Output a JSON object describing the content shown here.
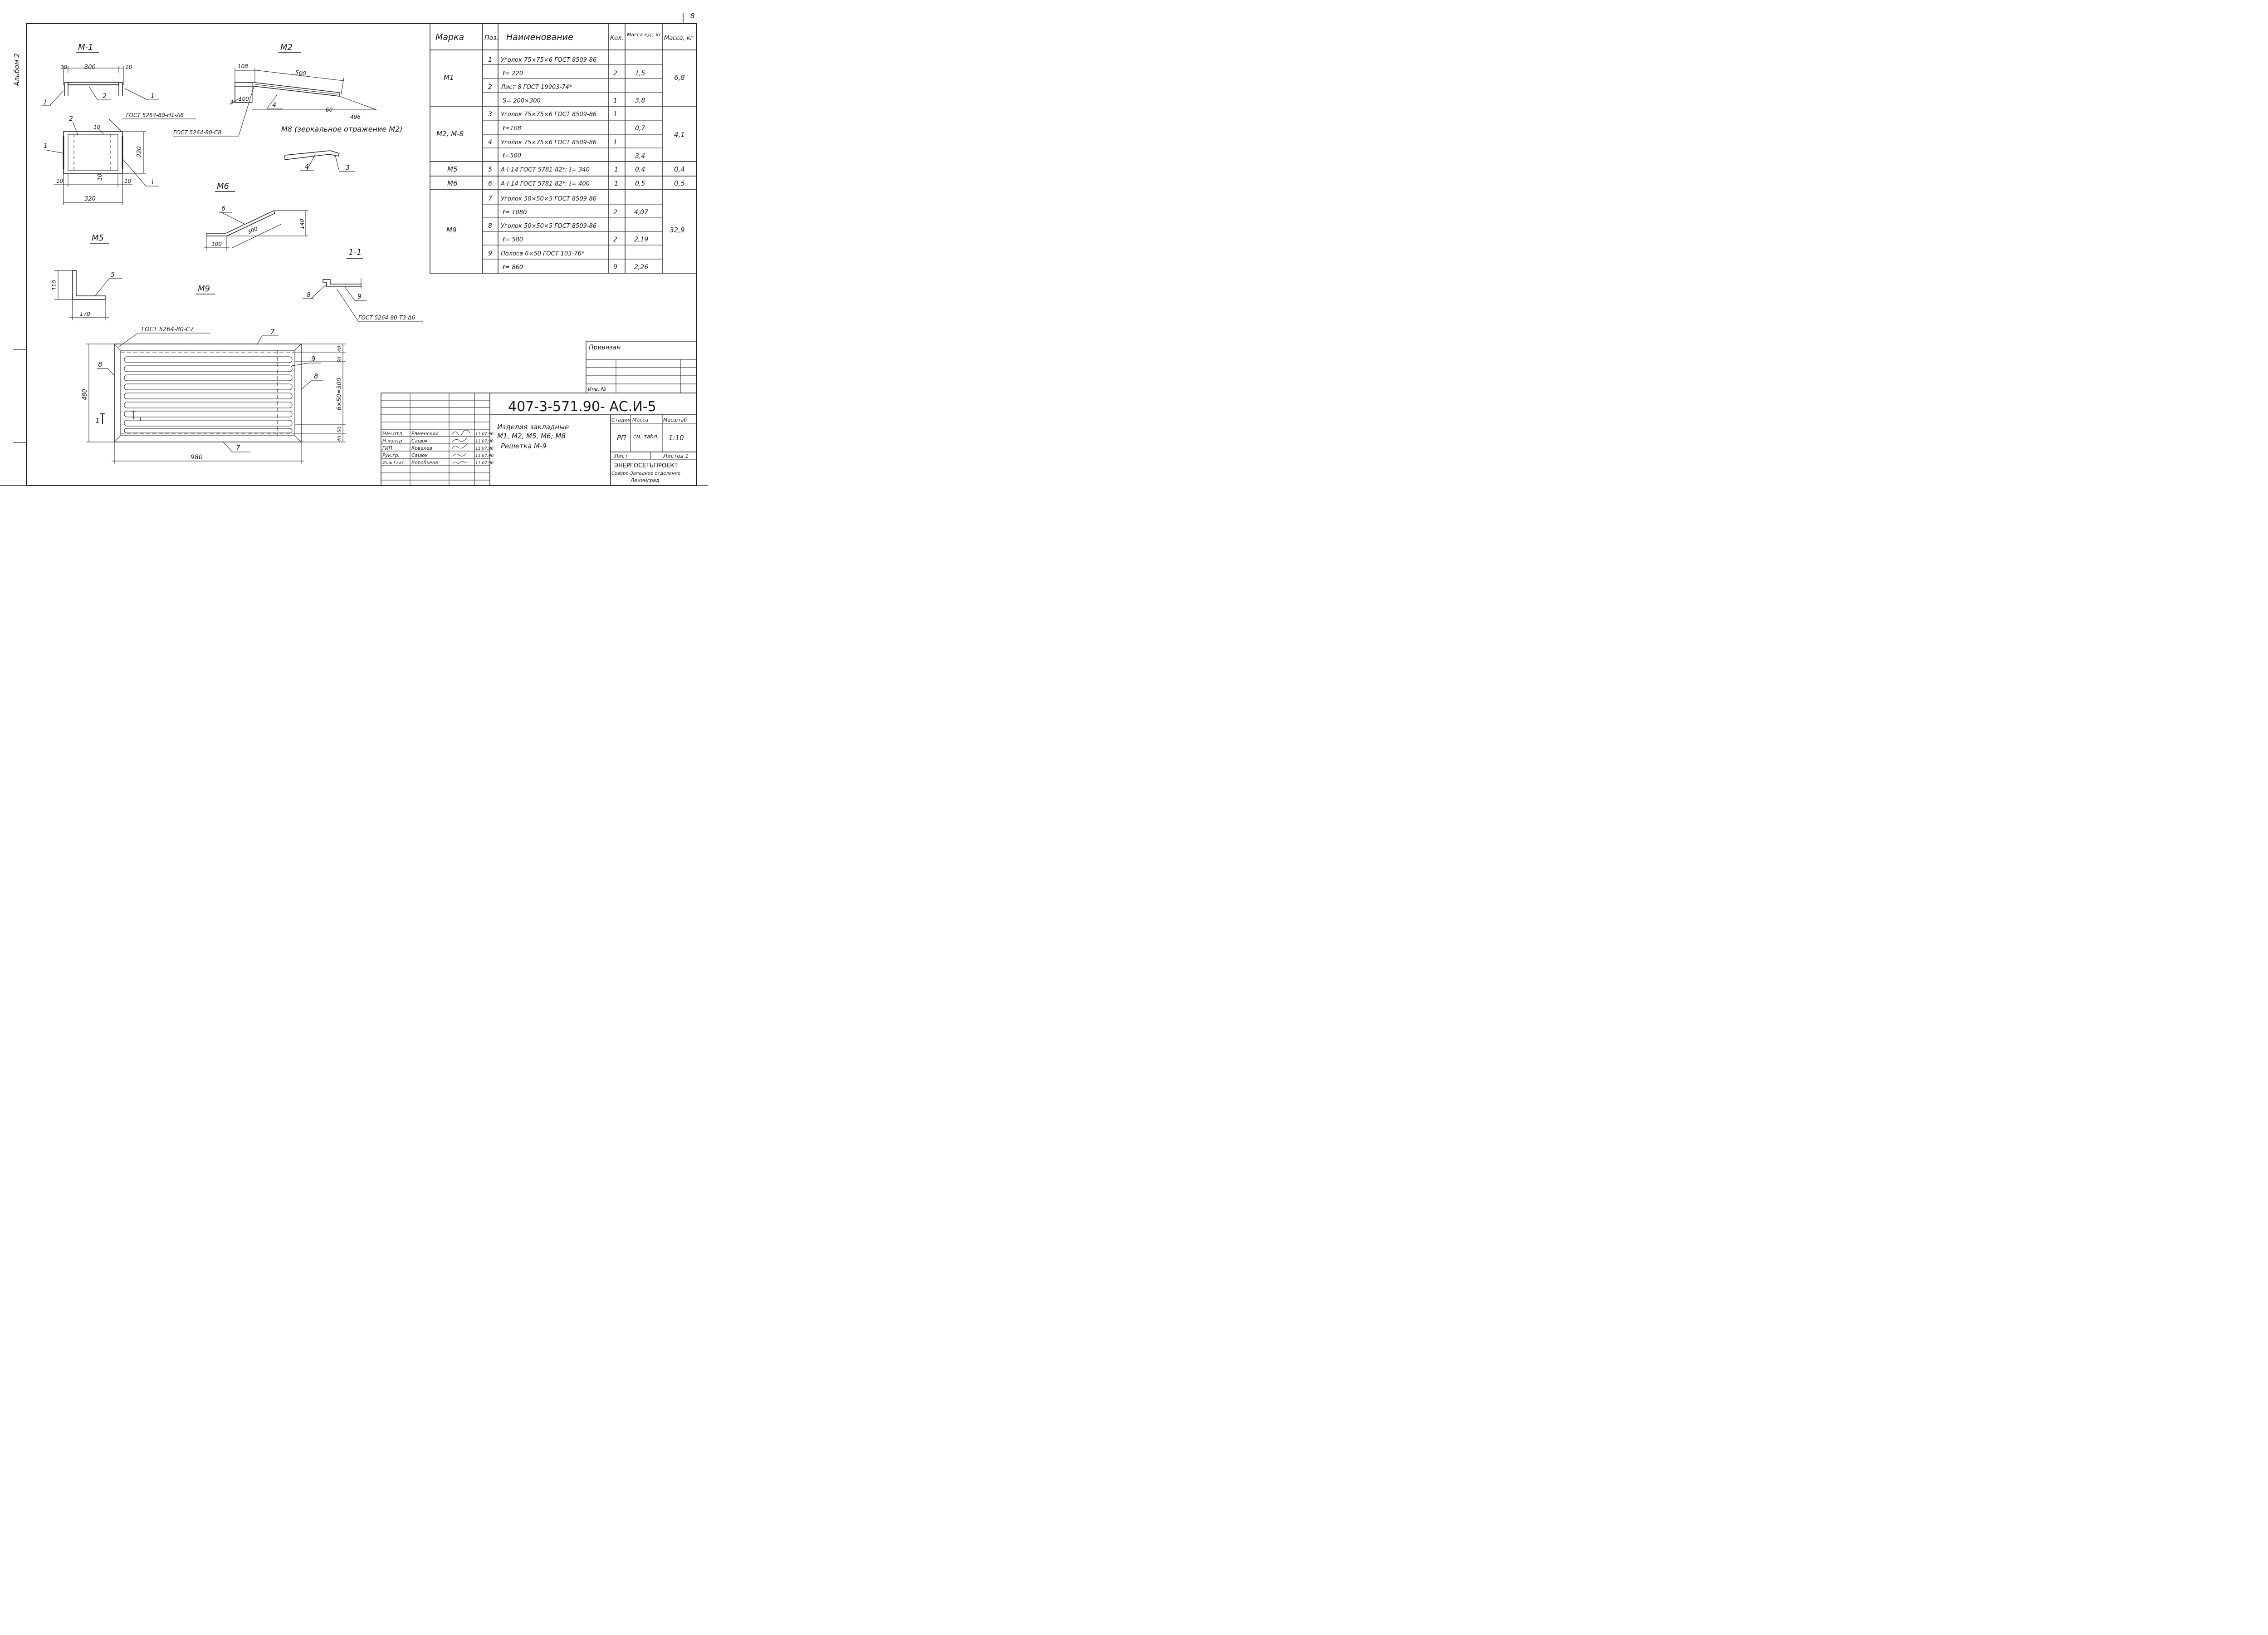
{
  "sheet": {
    "sheet_no": "8",
    "album": "Альбом 2"
  },
  "views": {
    "m1": {
      "title": "М-1",
      "dims": {
        "left_10": "10",
        "span_300": "300",
        "right_10": "10",
        "gap_10": "10",
        "height_220": "220",
        "gap_10b": "10",
        "base_10l": "10",
        "base_10r": "10",
        "width_320": "320"
      },
      "callouts": {
        "pos1": "1",
        "pos2": "2",
        "pos2_plan": "2",
        "pos1_left": "1",
        "pos1_right": "1",
        "pos1_r2": "1"
      },
      "weld_top": "ГОСТ 5264-80-Н1-Δ6"
    },
    "m2": {
      "title": "М2",
      "dims": {
        "d108": "108",
        "d500": "500",
        "d100": "100",
        "d60": "60",
        "d496": "496"
      },
      "callouts": {
        "pos3": "3",
        "pos4": "4"
      },
      "weld": "ГОСТ 5264-80-С8"
    },
    "m8": {
      "title": "М8 (зеркальное отражение М2)",
      "callouts": {
        "pos4": "4",
        "pos3": "3"
      }
    },
    "m6": {
      "title": "М6",
      "dims": {
        "d300": "300",
        "d140": "140",
        "d100": "100"
      },
      "callouts": {
        "pos6": "6"
      }
    },
    "m5": {
      "title": "М5",
      "dims": {
        "d110": "110",
        "d170": "170"
      },
      "callouts": {
        "pos5": "5"
      }
    },
    "m9": {
      "title": "М9",
      "weld": "ГОСТ 5264-80-С7",
      "dims": {
        "d480": "480",
        "d980": "980",
        "d40top": "40",
        "d50top": "50",
        "d6x50": "6×50=300",
        "d50bot": "50",
        "d40bot": "40"
      },
      "callouts": {
        "pos7_top": "7",
        "pos7_bot": "7",
        "pos8_left": "8",
        "pos8_right": "8",
        "pos9": "9"
      },
      "section_mark": "1",
      "section_mark_inner": "1"
    },
    "section11": {
      "title": "1-1",
      "weld": "ГОСТ 5264-80-Т3-Δ6",
      "callouts": {
        "pos8": "8",
        "pos9": "9"
      }
    }
  },
  "spec_table": {
    "headers": {
      "mark": "Марка",
      "pos": "Поз.",
      "name": "Наименование",
      "qty": "Кол.",
      "unit_mass": "Масса ед., кг",
      "mass": "Масса, кг"
    },
    "rows": [
      {
        "pos": "1",
        "name": "Уголок 75×75×6 ГОСТ 8509-86",
        "qty": "",
        "unit": ""
      },
      {
        "pos": "",
        "name": "ℓ= 220",
        "qty": "2",
        "unit": "1,5"
      },
      {
        "pos": "2",
        "name": "Лист 8 ГОСТ 19903-74*",
        "qty": "",
        "unit": ""
      },
      {
        "pos": "",
        "name": "S= 200×300",
        "qty": "1",
        "unit": "3,8"
      },
      {
        "pos": "3",
        "name": "Уголок 75×75×6 ГОСТ 8509-86",
        "qty": "1",
        "unit": ""
      },
      {
        "pos": "",
        "name": "ℓ=108",
        "qty": "",
        "unit": "0,7"
      },
      {
        "pos": "4",
        "name": "Уголок 75×75×6 ГОСТ 8509-86",
        "qty": "1",
        "unit": ""
      },
      {
        "pos": "",
        "name": "ℓ=500",
        "qty": "",
        "unit": "3,4"
      },
      {
        "pos": "5",
        "name": "А-I-14 ГОСТ 5781-82*; ℓ= 340",
        "qty": "1",
        "unit": "0,4"
      },
      {
        "pos": "6",
        "name": "А-I-14 ГОСТ 5781-82*; ℓ= 400",
        "qty": "1",
        "unit": "0,5"
      },
      {
        "pos": "7",
        "name": "Уголок 50×50×5 ГОСТ 8509-86",
        "qty": "",
        "unit": ""
      },
      {
        "pos": "",
        "name": "ℓ= 1080",
        "qty": "2",
        "unit": "4,07"
      },
      {
        "pos": "8",
        "name": "Уголок 50×50×5 ГОСТ 8509-86",
        "qty": "",
        "unit": ""
      },
      {
        "pos": "",
        "name": "ℓ= 580",
        "qty": "2",
        "unit": "2,19"
      },
      {
        "pos": "9",
        "name": "Полоса 6×50 ГОСТ 103-76*",
        "qty": "",
        "unit": ""
      },
      {
        "pos": "",
        "name": "ℓ= 860",
        "qty": "9",
        "unit": "2,26"
      }
    ],
    "groups": [
      {
        "mark": "М1",
        "mass": "6,8"
      },
      {
        "mark": "М2; М-8",
        "mass": "4,1"
      },
      {
        "mark": "М5",
        "mass": "0,4"
      },
      {
        "mark": "М6",
        "mass": "0,5"
      },
      {
        "mark": "М9",
        "mass": "32,9"
      }
    ]
  },
  "privyazan": {
    "label": "Привязан",
    "inv": "Инв. №"
  },
  "title_block": {
    "code": "407-3-571.90- АС.И-5",
    "name_line1": "Изделия закладные",
    "name_line2": "М1, М2, М5, М6; М8",
    "name_line3": "Решетка М-9",
    "stage_h": "Стадия",
    "mass_h": "Масса",
    "scale_h": "Масштаб",
    "stage": "РП",
    "mass_val": "см. табл.",
    "scale": "1:10",
    "sheet_h": "Лист",
    "sheets_h": "Листов 1",
    "org1": "ЭНЕРГОСЕТЬПРОЕКТ",
    "org2": "Северо-Западное отделение",
    "org3": "Ленинград",
    "staff": [
      {
        "role": "Нач.отд",
        "name": "Раменский",
        "date": "11.07.90"
      },
      {
        "role": "Н.контр",
        "name": "Сацюк",
        "date": "11.07.90"
      },
      {
        "role": "ГИП",
        "name": "Ковалев",
        "date": "11.07.90"
      },
      {
        "role": "Рук.гр.",
        "name": "Сацюк",
        "date": "11.07.90"
      },
      {
        "role": "Инж.I кат.",
        "name": "Воробьева",
        "date": "11.07.90"
      }
    ]
  }
}
